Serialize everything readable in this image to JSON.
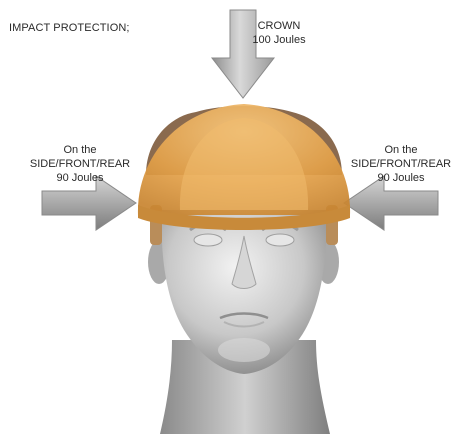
{
  "diagram": {
    "title": "IMPACT PROTECTION;",
    "crown": {
      "line1": "CROWN",
      "line2": "100 Joules"
    },
    "side_left": {
      "line1": "On the",
      "line2": "SIDE/FRONT/REAR",
      "line3": "90 Joules"
    },
    "side_right": {
      "line1": "On the",
      "line2": "SIDE/FRONT/REAR",
      "line3": "90 Joules"
    },
    "colors": {
      "helmet_shell": "#e9a94e",
      "helmet_rim": "#d8963a",
      "arrow_grey": "#a8a8a8",
      "head_grey": "#bdbdbd"
    },
    "icons": [
      "arrow-down-icon",
      "arrow-right-icon",
      "arrow-left-icon",
      "helmet-icon",
      "head-model"
    ]
  }
}
